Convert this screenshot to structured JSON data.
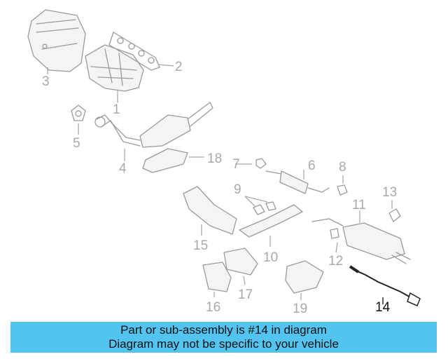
{
  "colors": {
    "banner": "#53c3ef",
    "callout_inactive": "#a9a9a9",
    "callout_active": "#111111"
  },
  "callouts": {
    "c1": "1",
    "c2": "2",
    "c3": "3",
    "c4": "4",
    "c5": "5",
    "c6": "6",
    "c7": "7",
    "c8": "8",
    "c9": "9",
    "c10": "10",
    "c11": "11",
    "c12": "12",
    "c13": "13",
    "c14": "14",
    "c15": "15",
    "c16": "16",
    "c17": "17",
    "c18": "18",
    "c19": "19"
  },
  "banner": {
    "line1": "Part or sub-assembly is #14 in diagram",
    "line2": "Diagram may not be specific to your vehicle"
  }
}
